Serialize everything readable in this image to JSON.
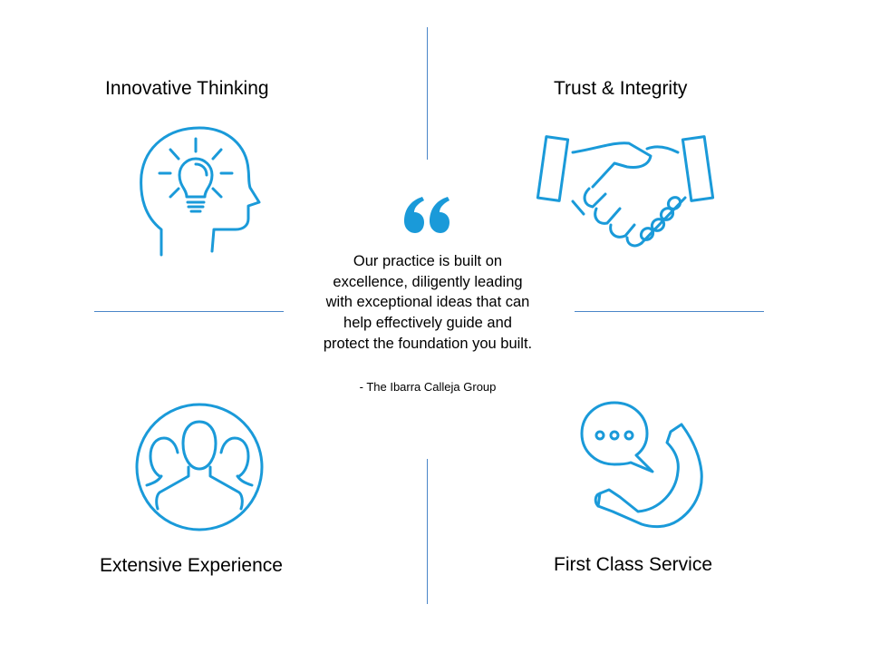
{
  "colors": {
    "accent": "#1a9ad9",
    "divider": "#4a86c8"
  },
  "quadrants": {
    "top_left": {
      "label": "Innovative Thinking",
      "icon": "head-lightbulb-icon"
    },
    "top_right": {
      "label": "Trust & Integrity",
      "icon": "handshake-icon"
    },
    "bottom_left": {
      "label": "Extensive Experience",
      "icon": "people-group-icon"
    },
    "bottom_right": {
      "label": "First Class Service",
      "icon": "phone-chat-icon"
    }
  },
  "quote": {
    "icon": "quote-mark-icon",
    "text": "Our practice is built on excellence, diligently leading with exceptional ideas that can help effectively guide and protect the foundation you built.",
    "attribution": "- The Ibarra Calleja Group"
  }
}
